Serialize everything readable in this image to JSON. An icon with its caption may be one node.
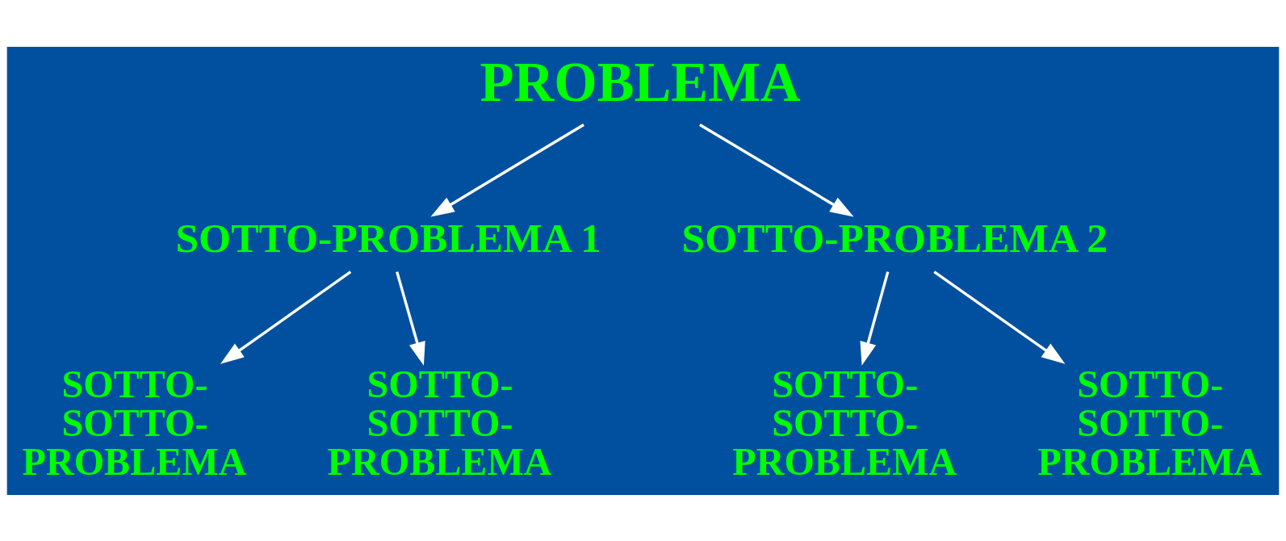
{
  "diagram": {
    "nodes": [
      {
        "text": [
          "PROBLEMA"
        ]
      },
      {
        "text": [
          "SOTTO-PROBLEMA 1"
        ]
      },
      {
        "text": [
          "SOTTO-PROBLEMA 2"
        ]
      },
      {
        "text": [
          "SOTTO- SOTTO- PROBLEMA"
        ]
      },
      {
        "text": [
          "SOTTO- SOTTO- PROBLEMA"
        ]
      },
      {
        "text": [
          "SOTTO- SOTTO- PROBLEMA"
        ]
      },
      {
        "text": [
          "SOTTO- SOTTO- PROBLEMA"
        ]
      }
    ],
    "edges": [
      {
        "from": 0,
        "to": 1,
        "arrow": "to"
      },
      {
        "from": 0,
        "to": 2,
        "arrow": "to"
      },
      {
        "from": 1,
        "to": 3,
        "arrow": "to"
      },
      {
        "from": 1,
        "to": 4,
        "arrow": "to"
      },
      {
        "from": 2,
        "to": 5,
        "arrow": "to"
      },
      {
        "from": 2,
        "to": 6,
        "arrow": "to"
      }
    ]
  }
}
